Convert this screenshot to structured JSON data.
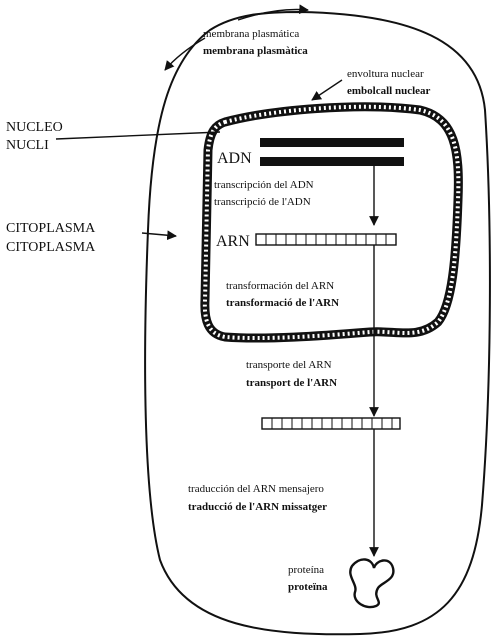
{
  "labels": {
    "membrane_es": "membrana plasmática",
    "membrane_ca": "membrana plasmàtica",
    "envelope_es": "envoltura nuclear",
    "envelope_ca": "embolcall nuclear",
    "nucleus_es": "NUCLEO",
    "nucleus_ca": "NUCLI",
    "cytoplasm_es": "CITOPLASMA",
    "cytoplasm_ca": "CITOPLASMA",
    "dna": "ADN",
    "rna": "ARN",
    "transcription_es": "transcripción del ADN",
    "transcription_ca": "transcripció de l'ADN",
    "transformation_es": "transformación del ARN",
    "transformation_ca": "transformació de l'ARN",
    "transport_es": "transporte del ARN",
    "transport_ca": "transport de l'ARN",
    "translation_es": "traducción del ARN mensajero",
    "translation_ca": "traducció de l'ARN missatger",
    "protein_es": "proteína",
    "protein_ca": "proteïna"
  }
}
